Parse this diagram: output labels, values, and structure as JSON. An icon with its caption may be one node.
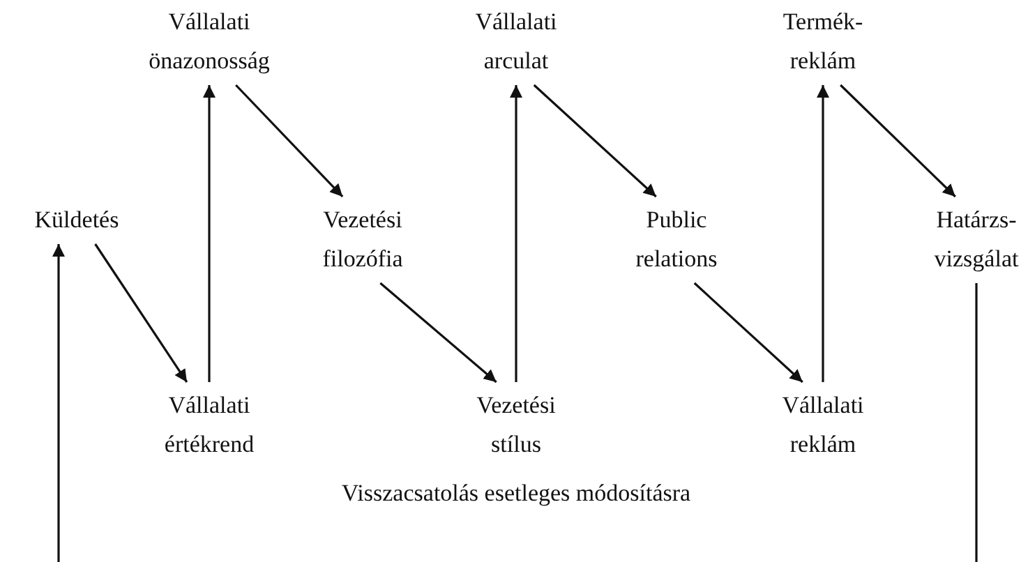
{
  "diagram": {
    "nodes": [
      {
        "text": [
          "Küldetés"
        ]
      },
      {
        "text": [
          "Vállalati önazonosság"
        ]
      },
      {
        "text": [
          "Vállalati értékrend"
        ]
      },
      {
        "text": [
          "Vezetési filozófia"
        ]
      },
      {
        "text": [
          "Vállalati arculat"
        ]
      },
      {
        "text": [
          "Vezetési stílus"
        ]
      },
      {
        "text": [
          "Public relations"
        ]
      },
      {
        "text": [
          "Termék- reklám"
        ]
      },
      {
        "text": [
          "Vállalati reklám"
        ]
      },
      {
        "text": [
          "Határzs- vizsgálat"
        ]
      }
    ],
    "edges": [
      {
        "from": 0,
        "to": 2,
        "arrow": "to"
      },
      {
        "from": 2,
        "to": 1,
        "arrow": "to"
      },
      {
        "from": 1,
        "to": 3,
        "arrow": "to"
      },
      {
        "from": 3,
        "to": 5,
        "arrow": "to"
      },
      {
        "from": 5,
        "to": 4,
        "arrow": "to"
      },
      {
        "from": 4,
        "to": 6,
        "arrow": "to"
      },
      {
        "from": 6,
        "to": 8,
        "arrow": "to"
      },
      {
        "from": 8,
        "to": 7,
        "arrow": "to"
      },
      {
        "from": 7,
        "to": 9,
        "arrow": "to"
      },
      {
        "from": 9,
        "to": null,
        "arrow": "none"
      },
      {
        "from": null,
        "to": 0,
        "arrow": "to"
      }
    ],
    "labels": [
      "Visszacsatolás esetleges módosításra"
    ]
  }
}
